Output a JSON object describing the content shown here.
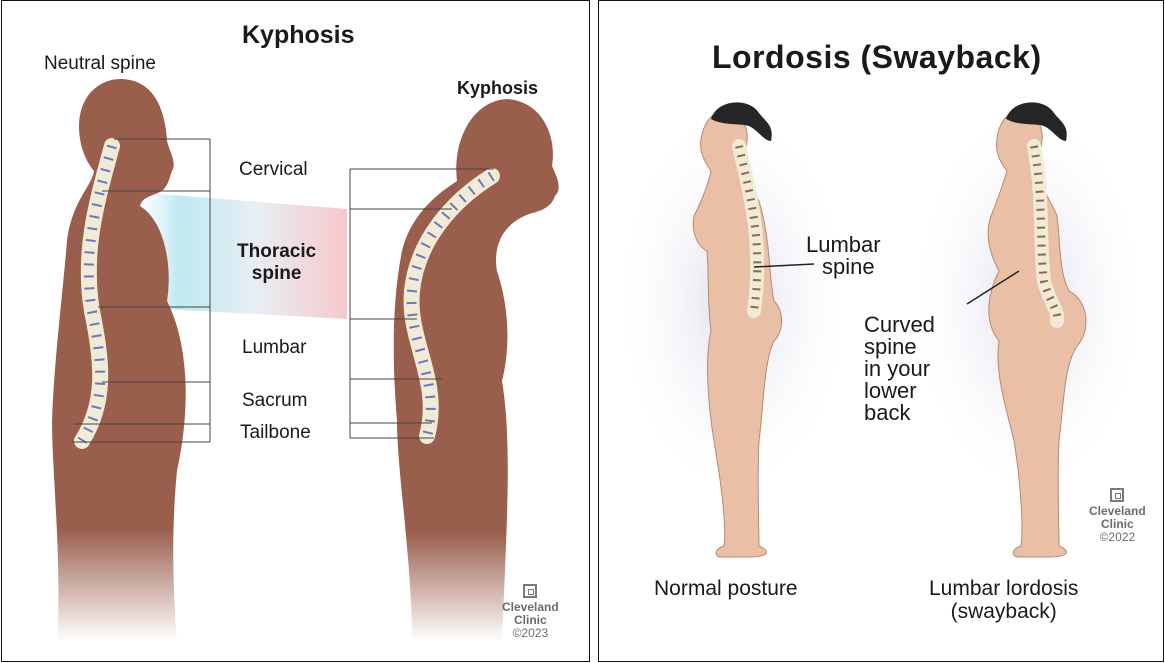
{
  "kyphosis": {
    "title": "Kyphosis",
    "left_figure_label": "Neutral spine",
    "right_figure_label": "Kyphosis",
    "regions": {
      "cervical": "Cervical",
      "thoracic_line1": "Thoracic",
      "thoracic_line2": "spine",
      "lumbar": "Lumbar",
      "sacrum": "Sacrum",
      "tailbone": "Tailbone"
    },
    "credit": {
      "name_line1": "Cleveland",
      "name_line2": "Clinic",
      "year": "©2023"
    }
  },
  "lordosis": {
    "title": "Lordosis (Swayback)",
    "lumbar_line1": "Lumbar",
    "lumbar_line2": "spine",
    "curved_lines": [
      "Curved",
      "spine",
      "in your",
      "lower",
      "back"
    ],
    "caption_left": "Normal posture",
    "caption_right_line1": "Lumbar lordosis",
    "caption_right_line2": "(swayback)",
    "credit": {
      "name_line1": "Cleveland",
      "name_line2": "Clinic",
      "year": "©2022"
    }
  },
  "colors": {
    "skin_dark": "#9a5e4c",
    "skin_light": "#e9bfa5",
    "spine": "#f1ead4",
    "disc": "#6a78c2",
    "hair": "#262626"
  }
}
